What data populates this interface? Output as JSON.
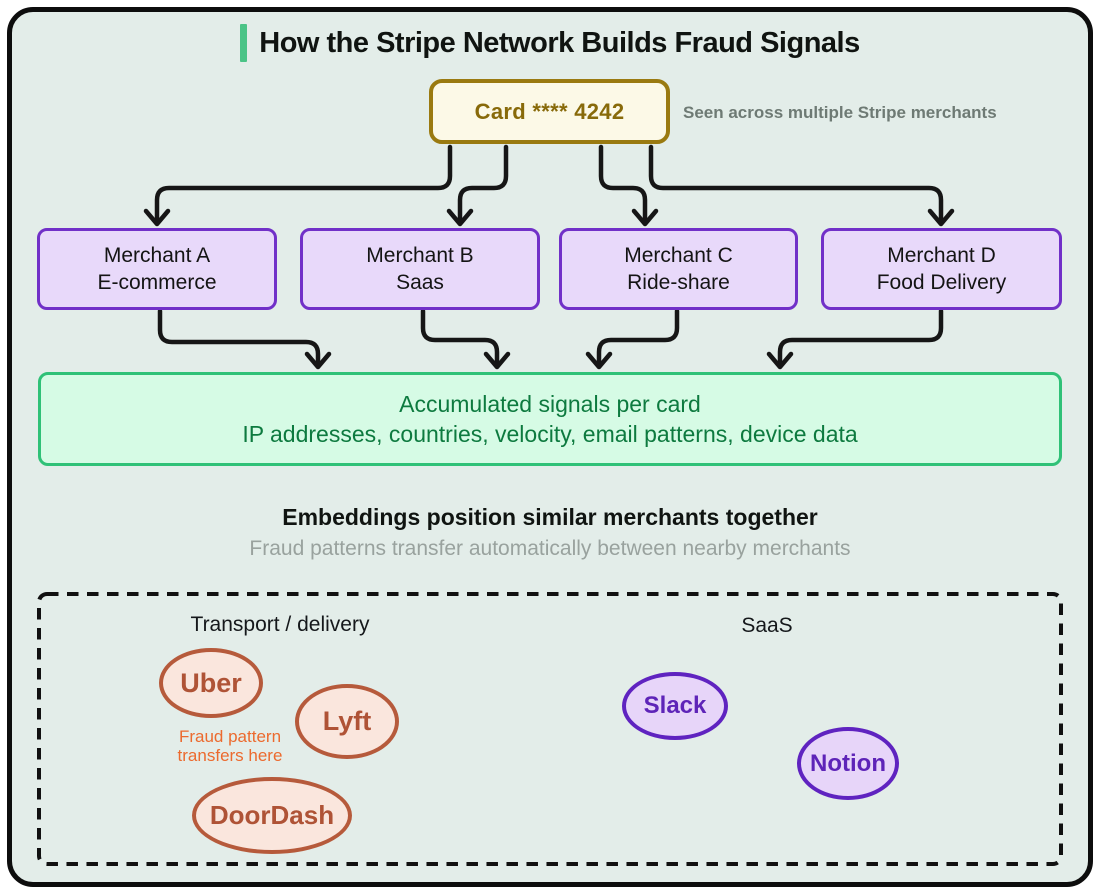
{
  "frame": {
    "background": "#e3ede9",
    "border_color": "#0d0d0d"
  },
  "title": {
    "text": "How the Stripe Network Builds Fraud Signals",
    "accent_color": "#4bc487"
  },
  "card_node": {
    "label": "Card **** 4242",
    "caption": "Seen across multiple Stripe merchants",
    "fill": "#fcf9e7",
    "border_color": "#9a7a10",
    "text_color": "#886a0a"
  },
  "merchants": [
    {
      "name": "Merchant A",
      "category": "E-commerce"
    },
    {
      "name": "Merchant B",
      "category": "Saas"
    },
    {
      "name": "Merchant C",
      "category": "Ride-share"
    },
    {
      "name": "Merchant D",
      "category": "Food Delivery"
    }
  ],
  "merchant_style": {
    "fill": "#e8d9fa",
    "border_color": "#7130c8"
  },
  "signals_box": {
    "line1": "Accumulated signals per card",
    "line2": "IP addresses, countries, velocity, email patterns, device data",
    "fill": "#d6fbe5",
    "border_color": "#2fc177",
    "text_color": "#0d7a3f"
  },
  "embeddings": {
    "heading": "Embeddings position similar merchants together",
    "subheading": "Fraud patterns transfer automatically between nearby merchants"
  },
  "clusters": {
    "transport": {
      "label": "Transport / delivery",
      "items": [
        "Uber",
        "Lyft",
        "DoorDash"
      ],
      "note_lines": [
        "Fraud pattern",
        "transfers here"
      ],
      "bubble_fill": "#fae6dd",
      "bubble_border": "#b65a3b",
      "note_color": "#ec6a2e"
    },
    "saas": {
      "label": "SaaS",
      "items": [
        "Slack",
        "Notion"
      ],
      "bubble_fill": "#e7d5f9",
      "bubble_border": "#5f23c0"
    }
  },
  "arrow_color": "#161616"
}
